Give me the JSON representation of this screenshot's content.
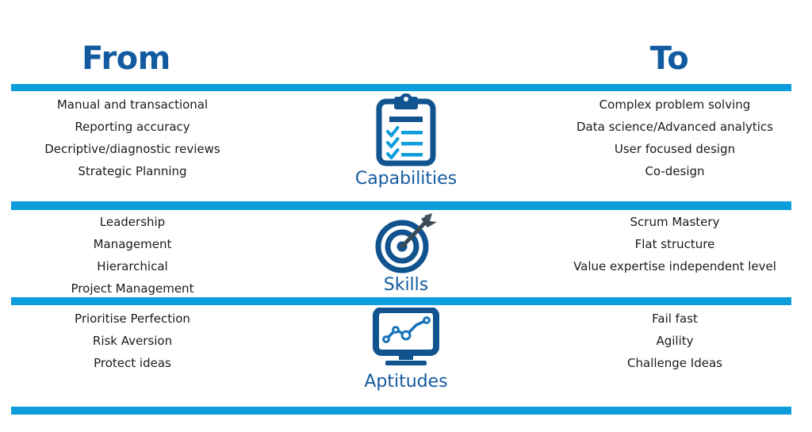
{
  "headers": {
    "from": "From",
    "to": "To"
  },
  "colors": {
    "heading_blue": "#135ba0",
    "bar_blue": "#0d9ddb",
    "icon_dark_blue": "#10538f",
    "icon_light_blue": "#0d9ddb",
    "arrow_gray": "#3b4a57",
    "text_black": "#1b1b1b"
  },
  "rows": [
    {
      "category": "Capabilities",
      "icon": "clipboard-checklist-icon",
      "from_items": [
        "Manual and transactional",
        "Reporting accuracy",
        "Decriptive/diagnostic reviews",
        "Strategic Planning"
      ],
      "to_items": [
        "Complex problem solving",
        "Data science/Advanced analytics",
        "User focused design",
        "Co-design"
      ]
    },
    {
      "category": "Skills",
      "icon": "target-arrow-icon",
      "from_items": [
        "Leadership",
        "Management",
        "Hierarchical",
        "Project Management"
      ],
      "to_items": [
        "Scrum Mastery",
        "Flat structure",
        "Value expertise independent level"
      ]
    },
    {
      "category": "Aptitudes",
      "icon": "monitor-line-chart-icon",
      "from_items": [
        "Prioritise Perfection",
        "Risk Aversion",
        "Protect ideas"
      ],
      "to_items": [
        "Fail fast",
        "Agility",
        "Challenge Ideas"
      ]
    }
  ]
}
